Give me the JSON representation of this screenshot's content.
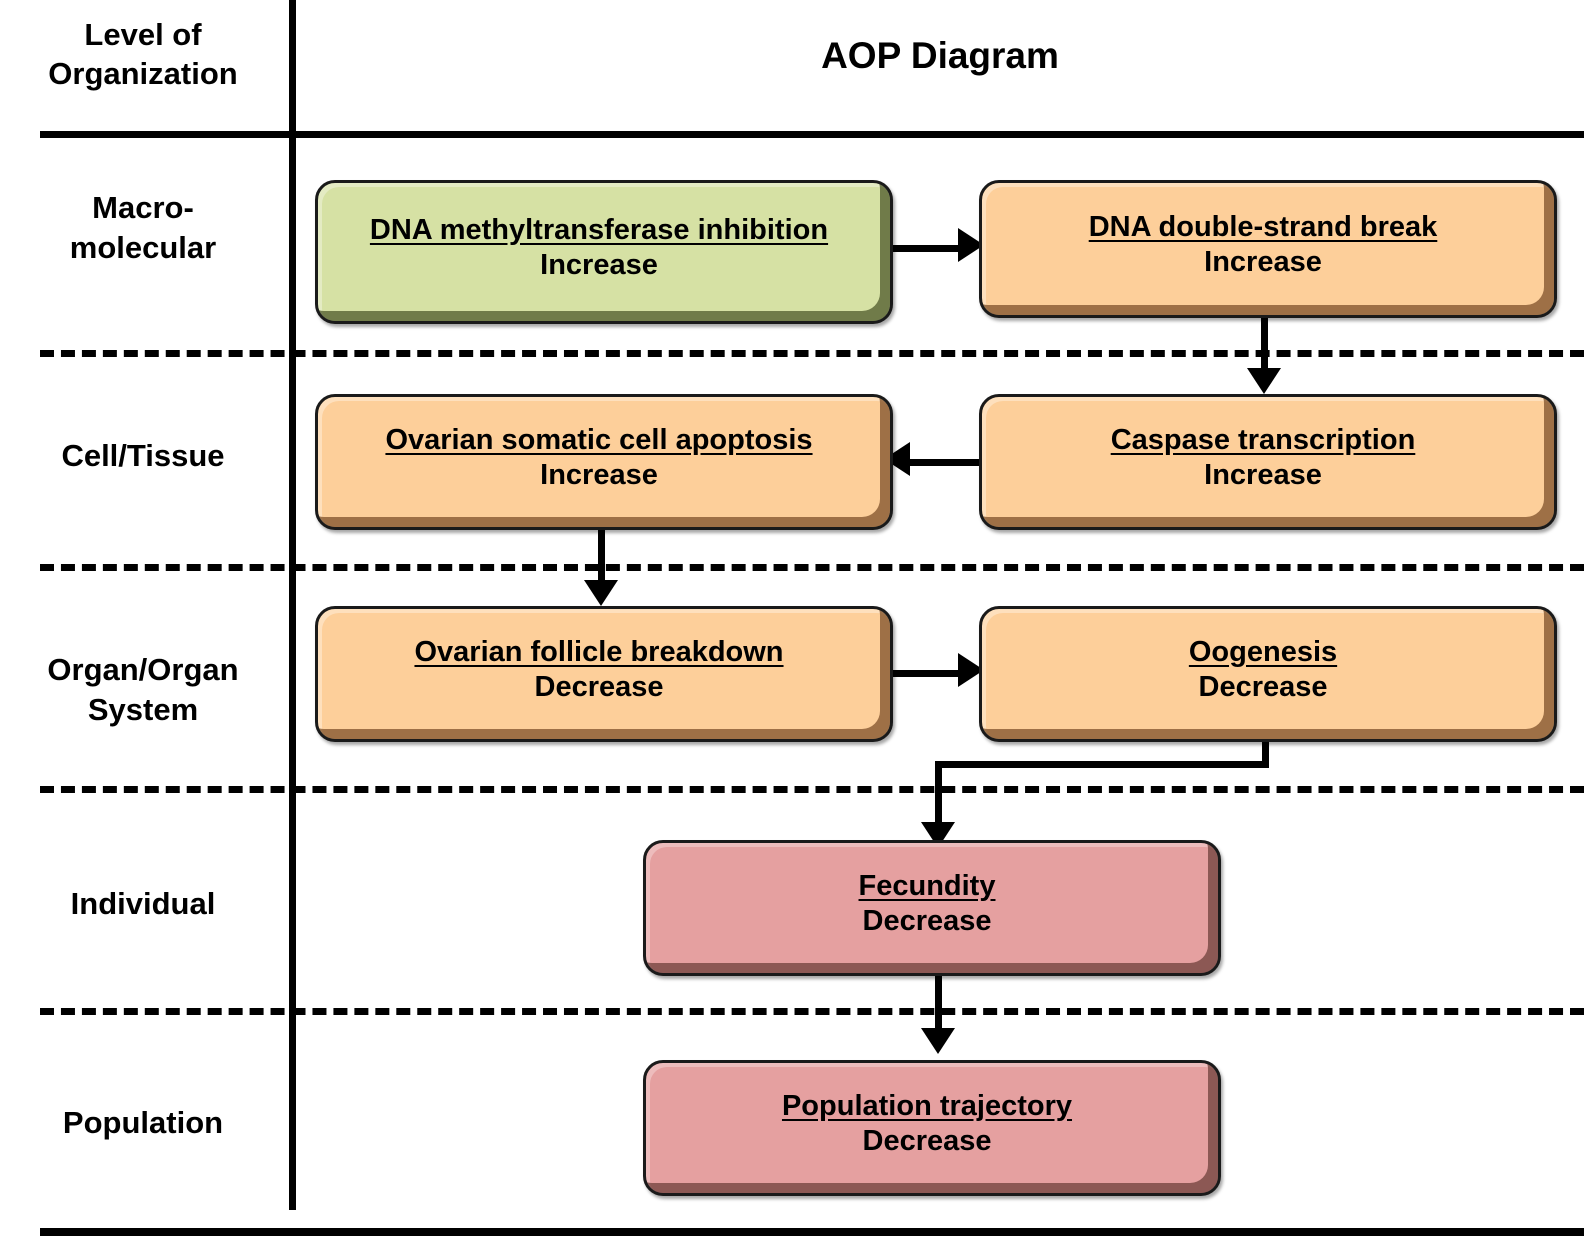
{
  "header": {
    "level_column_title": "Level of Organization",
    "level_column_title_line1": "Level of",
    "level_column_title_line2": "Organization",
    "diagram_title": "AOP Diagram"
  },
  "levels": [
    {
      "id": "macromolecular",
      "label_line1": "Macro-",
      "label_line2": "molecular",
      "label": "Macro-molecular"
    },
    {
      "id": "cell-tissue",
      "label_line1": "Cell/Tissue",
      "label_line2": "",
      "label": "Cell/Tissue"
    },
    {
      "id": "organ-system",
      "label_line1": "Organ/Organ",
      "label_line2": "System",
      "label": "Organ/Organ System"
    },
    {
      "id": "individual",
      "label_line1": "Individual",
      "label_line2": "",
      "label": "Individual"
    },
    {
      "id": "population",
      "label_line1": "Population",
      "label_line2": "",
      "label": "Population"
    }
  ],
  "nodes": [
    {
      "id": "dnmt-inhibition",
      "title": "DNA methyltransferase inhibition",
      "direction": "Increase",
      "level": "macromolecular",
      "color": "#d6e1a4",
      "type": "molecular-initiating-event"
    },
    {
      "id": "dna-dsb",
      "title": "DNA double-strand break",
      "direction": "Increase",
      "level": "macromolecular",
      "color": "#fdcf9a",
      "type": "key-event"
    },
    {
      "id": "ovarian-somatic-cell-apoptosis",
      "title": "Ovarian somatic cell apoptosis",
      "direction": "Increase",
      "level": "cell-tissue",
      "color": "#fdcf9a",
      "type": "key-event"
    },
    {
      "id": "caspase-transcription",
      "title": "Caspase transcription",
      "direction": "Increase",
      "level": "cell-tissue",
      "color": "#fdcf9a",
      "type": "key-event"
    },
    {
      "id": "ovarian-follicle-breakdown",
      "title": "Ovarian follicle breakdown",
      "direction": "Decrease",
      "level": "organ-system",
      "color": "#fdcf9a",
      "type": "key-event"
    },
    {
      "id": "oogenesis",
      "title": "Oogenesis",
      "direction": "Decrease",
      "level": "organ-system",
      "color": "#fdcf9a",
      "type": "key-event"
    },
    {
      "id": "fecundity",
      "title": "Fecundity",
      "direction": "Decrease",
      "level": "individual",
      "color": "#e5a0a0",
      "type": "adverse-outcome"
    },
    {
      "id": "population-trajectory",
      "title": "Population trajectory",
      "direction": "Decrease",
      "level": "population",
      "color": "#e5a0a0",
      "type": "adverse-outcome"
    }
  ],
  "edges": [
    {
      "from": "dnmt-inhibition",
      "to": "dna-dsb",
      "direction": "right"
    },
    {
      "from": "dna-dsb",
      "to": "caspase-transcription",
      "direction": "down"
    },
    {
      "from": "caspase-transcription",
      "to": "ovarian-somatic-cell-apoptosis",
      "direction": "left"
    },
    {
      "from": "ovarian-somatic-cell-apoptosis",
      "to": "ovarian-follicle-breakdown",
      "direction": "down"
    },
    {
      "from": "ovarian-follicle-breakdown",
      "to": "oogenesis",
      "direction": "right"
    },
    {
      "from": "oogenesis",
      "to": "fecundity",
      "direction": "elbow-down-left"
    },
    {
      "from": "fecundity",
      "to": "population-trajectory",
      "direction": "down"
    }
  ],
  "colors": {
    "green": "#d6e1a4",
    "orange": "#fdcf9a",
    "pink": "#e5a0a0",
    "line": "#000000",
    "background": "#ffffff"
  }
}
